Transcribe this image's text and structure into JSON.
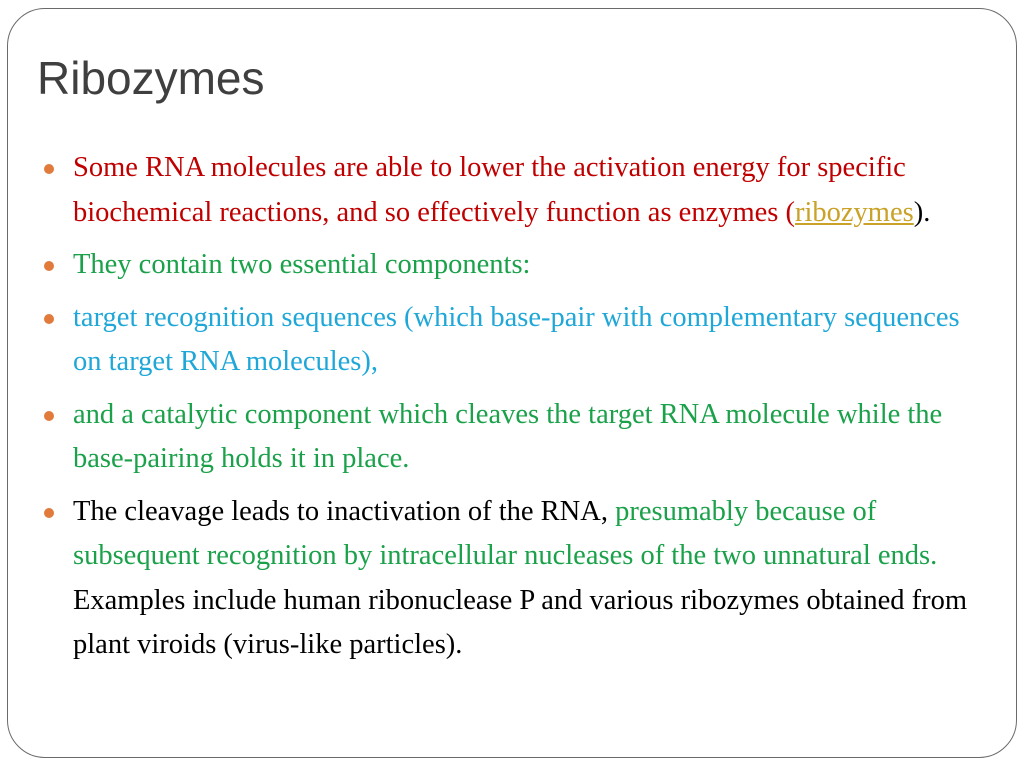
{
  "slide": {
    "title": "Ribozymes",
    "bullets": [
      {
        "part1": "Some RNA molecules are able to lower the activation energy for specific biochemical reactions, and so effectively function as enzymes (",
        "link": "ribozymes",
        "part2": ")."
      },
      {
        "text": "They contain two essential components:"
      },
      {
        "text": " target recognition sequences (which base-pair with complementary sequences on target RNA molecules),"
      },
      {
        "text": "and a catalytic component which cleaves the target RNA molecule while the base-pairing holds it in place."
      },
      {
        "part1": "The cleavage leads to inactivation of the RNA, ",
        "part2": "presumably because of subsequent recognition by intracellular nucleases of the two unnatural ends.",
        "part3": " Examples include human ribonuclease P and various ribozymes obtained from plant viroids (virus-like particles)."
      }
    ]
  },
  "colors": {
    "title": "#3f3f3f",
    "bullet_marker": "#e07b3c",
    "red_text": "#c00000",
    "green_text": "#1aa14a",
    "cyan_text": "#1fa7d8",
    "link_text": "#c9a227",
    "frame_border": "#6a6a6a"
  }
}
